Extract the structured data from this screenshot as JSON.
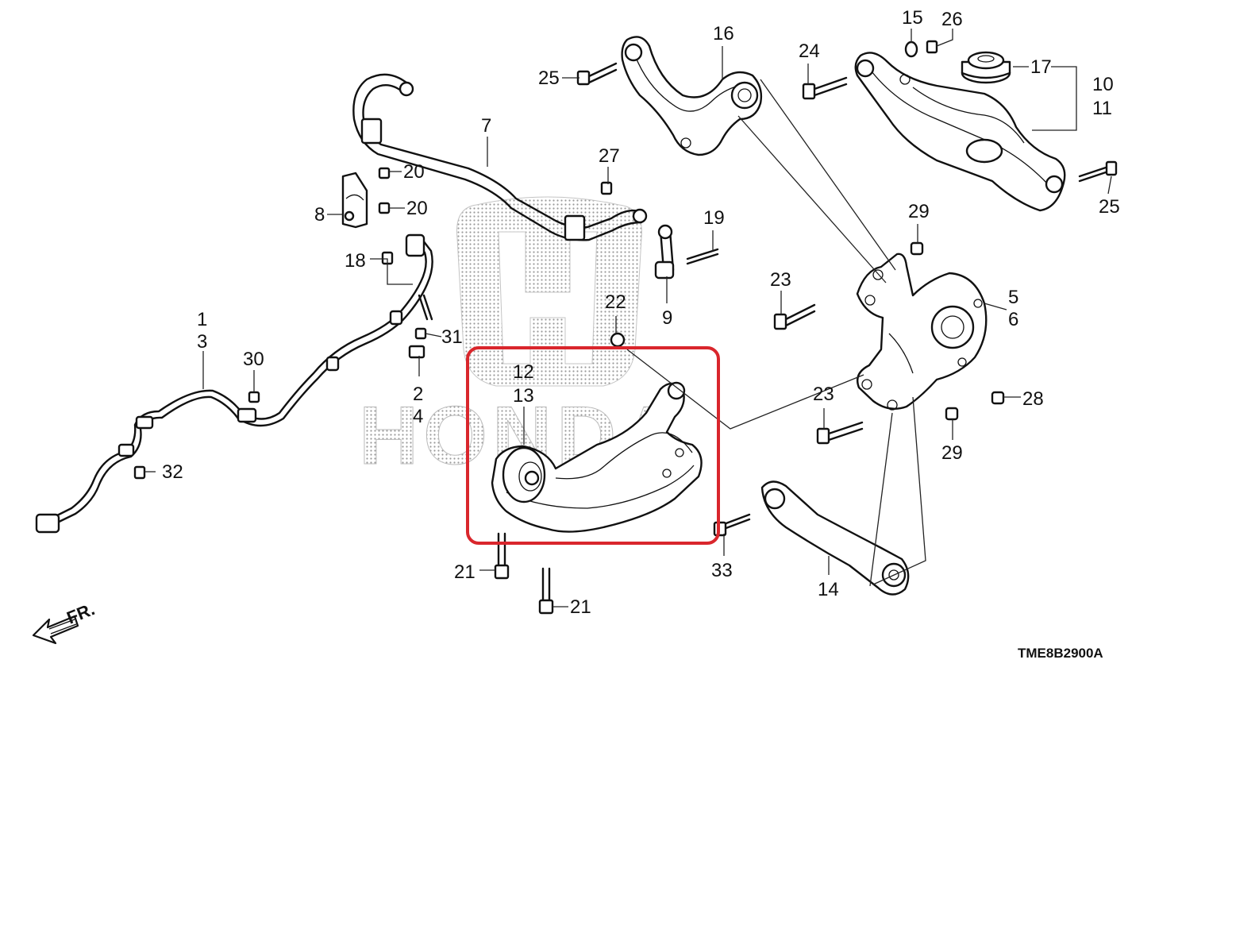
{
  "diagram": {
    "callouts": {
      "n1": "1",
      "n3": "3",
      "n2": "2",
      "n4": "4",
      "n5": "5",
      "n6": "6",
      "n7": "7",
      "n8": "8",
      "n9": "9",
      "n10": "10",
      "n11": "11",
      "n12": "12",
      "n13": "13",
      "n14": "14",
      "n15": "15",
      "n16": "16",
      "n17": "17",
      "n18": "18",
      "n19": "19",
      "n20a": "20",
      "n20b": "20",
      "n21a": "21",
      "n21b": "21",
      "n22": "22",
      "n23a": "23",
      "n23b": "23",
      "n24": "24",
      "n25a": "25",
      "n25b": "25",
      "n26": "26",
      "n27": "27",
      "n28": "28",
      "n29a": "29",
      "n29b": "29",
      "n30": "30",
      "n31": "31",
      "n32": "32",
      "n33": "33"
    },
    "direction_label": "FR.",
    "diagram_code": "TME8B2900A",
    "watermark": "HONDA",
    "highlight_color": "#d9262c"
  }
}
